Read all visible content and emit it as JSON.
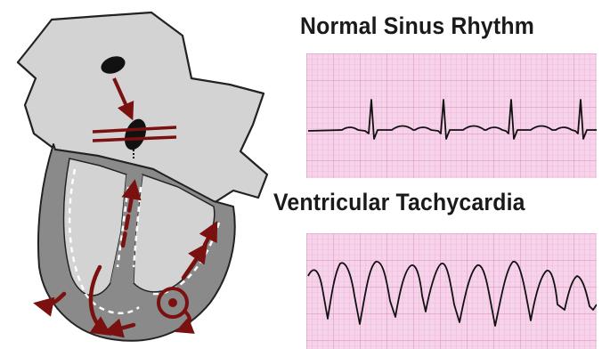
{
  "strips": {
    "top": {
      "label": "Normal Sinus Rhythm"
    },
    "bottom": {
      "label": "Ventricular Tachycardia"
    }
  },
  "colors": {
    "ecg_paper": "#f7d3ea",
    "ecg_grid": "#e3a6cf",
    "ecg_trace": "#111111",
    "heart_fill": "#d3d3d3",
    "ventricle_wall": "#8a8a8a",
    "conduction_arrow": "#7a1010",
    "node": "#111111"
  },
  "icons": {
    "heart": "heart-conduction-diagram",
    "arrows": "reentry-arrow-icon"
  }
}
